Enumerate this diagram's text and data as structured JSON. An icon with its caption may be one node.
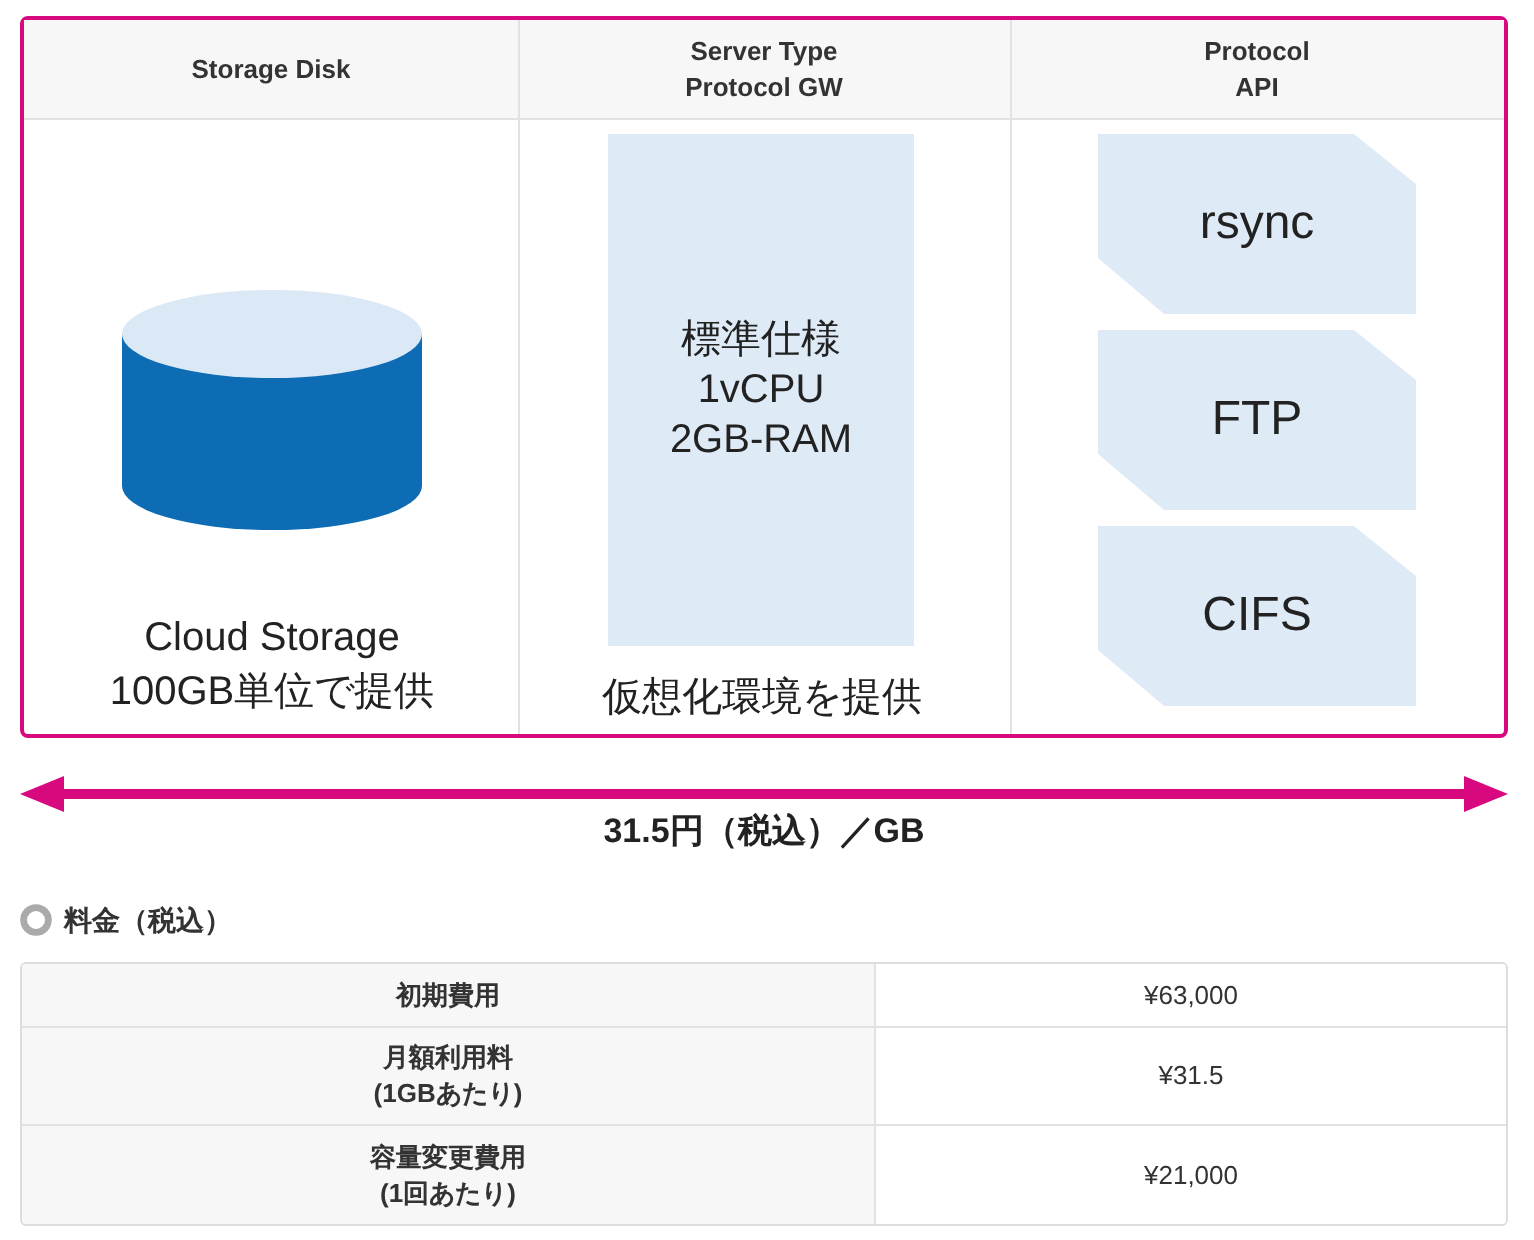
{
  "diagram": {
    "nodes": [
      {
        "text": [],
        "shape": "cylinder",
        "beside": [
          "Cloud Storage 100GB単位で提供"
        ]
      },
      {
        "text": [
          "標準仕様 1vCPU 2GB-RAM"
        ],
        "beside": [
          "仮想化環境を提供"
        ]
      },
      {
        "text": [
          "rsync"
        ]
      },
      {
        "text": [
          "FTP"
        ]
      },
      {
        "text": [
          "CIFS"
        ]
      }
    ],
    "labels": [
      "Storage Disk",
      "Server Type Protocol GW",
      "Protocol API",
      "31.5円（税込）／GB",
      "料金（税込）",
      "初期費用",
      "¥63,000",
      "月額利用料 (1GBあたり)",
      "¥31.5",
      "容量変更費用 (1回あたり)",
      "¥21,000"
    ]
  }
}
